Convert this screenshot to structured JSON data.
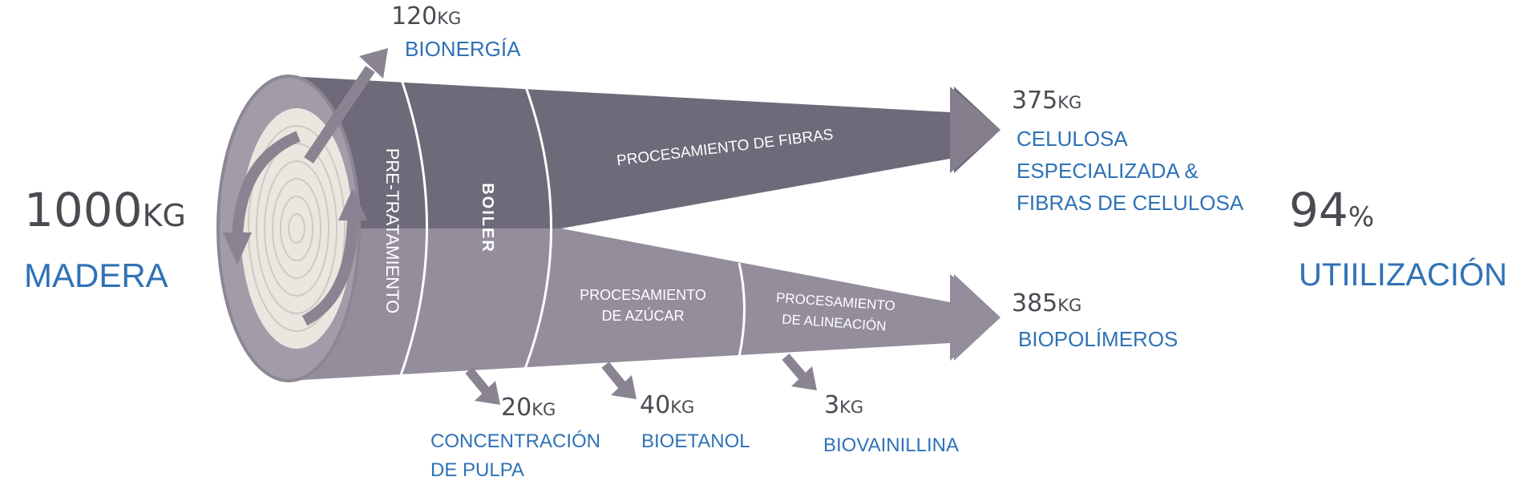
{
  "input": {
    "value": "1000",
    "unit": "KG",
    "label": "MADERA"
  },
  "utilization": {
    "value": "94",
    "unit": "%",
    "label": "UTIILIZACIÓN"
  },
  "stages": {
    "pretreatment": "PRE-TRATAMIENTO",
    "boiler": "BOILER",
    "fiber_processing": "PROCESAMIENTO DE FIBRAS",
    "sugar_processing": [
      "PROCESAMIENTO",
      "DE AZÚCAR"
    ],
    "alignment_processing": [
      "PROCESAMIENTO",
      "DE ALINEACIÓN"
    ]
  },
  "outputs": {
    "bioenergy": {
      "value": "120",
      "unit": "KG",
      "label": "BIONERGÍA"
    },
    "cellulose": {
      "value": "375",
      "unit": "KG",
      "label": [
        "CELULOSA",
        "ESPECIALIZADA &",
        "FIBRAS DE CELULOSA"
      ]
    },
    "biopolymers": {
      "value": "385",
      "unit": "KG",
      "label": "BIOPOLÍMEROS"
    },
    "pulp": {
      "value": "20",
      "unit": "KG",
      "label": [
        "CONCENTRACIÓN",
        "DE PULPA"
      ]
    },
    "bioethanol": {
      "value": "40",
      "unit": "KG",
      "label": "BIOETANOL"
    },
    "biovanillin": {
      "value": "3",
      "unit": "KG",
      "label": "BIOVAINILLINA"
    }
  },
  "colors": {
    "upper_flow": "#6f6a79",
    "lower_flow": "#938d9c",
    "log_face": "#a29ca9",
    "log_core": "#ebe6df",
    "arrow": "#8a8492",
    "number_text": "#4a4a52",
    "label_text": "#2f72b5"
  }
}
